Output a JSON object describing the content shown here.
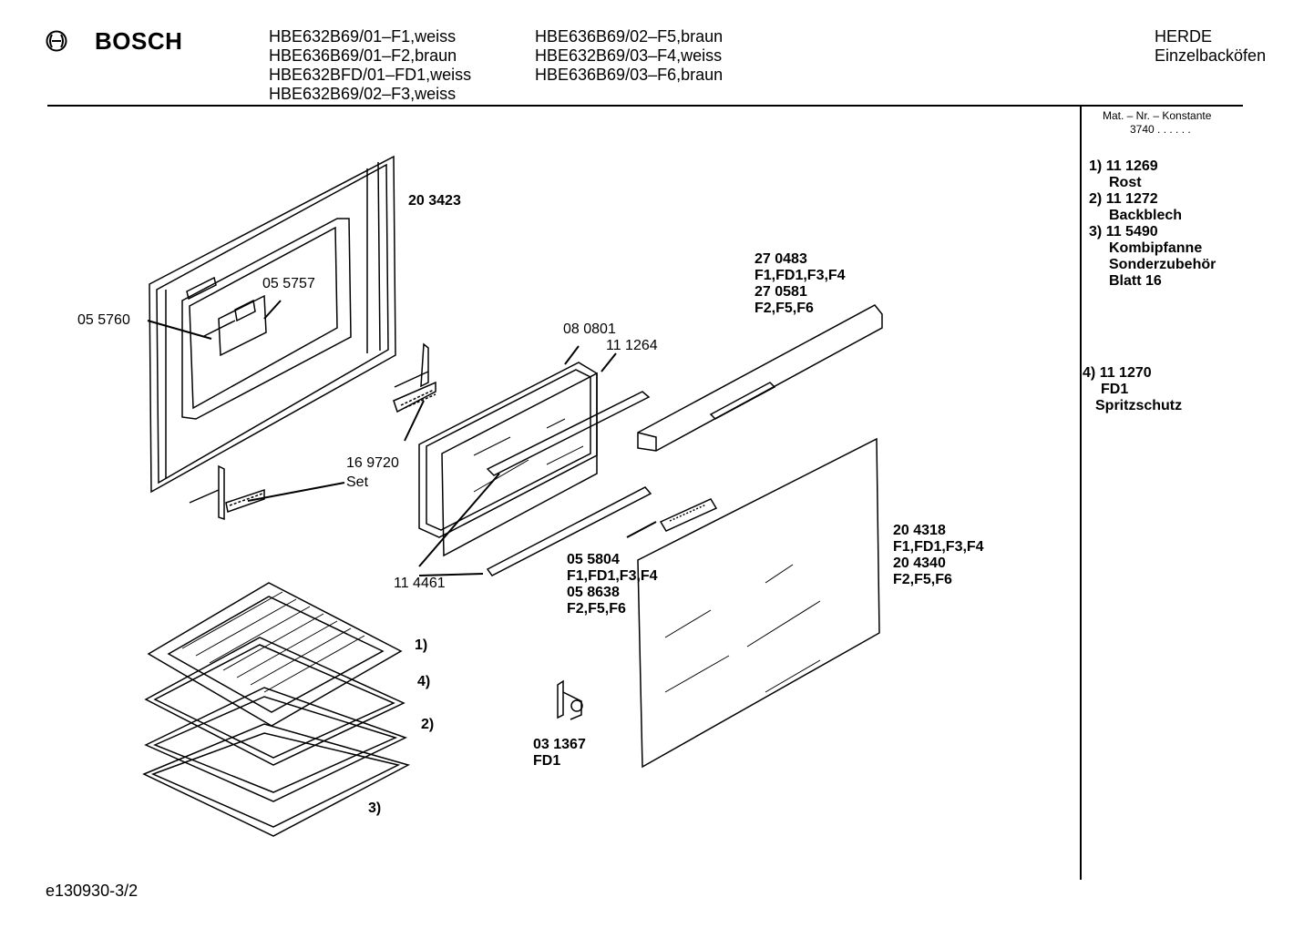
{
  "header": {
    "brand": "BOSCH",
    "models_col1": [
      "HBE632B69/01–F1,weiss",
      "HBE636B69/01–F2,braun",
      "HBE632BFD/01–FD1,weiss",
      "HBE632B69/02–F3,weiss"
    ],
    "models_col2": [
      "HBE636B69/02–F5,braun",
      "HBE632B69/03–F4,weiss",
      "HBE636B69/03–F6,braun"
    ],
    "category": "HERDE",
    "subcategory": "Einzelbacköfen"
  },
  "sidebar": {
    "mat_title": "Mat. – Nr. – Konstante",
    "mat_value": "3740 . . . . . .",
    "accessories": [
      {
        "num": "1)",
        "part": "11 1269",
        "name": "Rost"
      },
      {
        "num": "2)",
        "part": "11 1272",
        "name": "Backblech"
      },
      {
        "num": "3)",
        "part": "11 5490",
        "name": "Kombipfanne"
      }
    ],
    "extra1": "Sonderzubehör",
    "extra2": "Blatt 16",
    "item4_num": "4)",
    "item4_part": "11 1270",
    "item4_variant": "FD1",
    "item4_name": "Spritzschutz"
  },
  "labels": {
    "p203423": "20 3423",
    "p055757": "05 5757",
    "p055760": "05 5760",
    "p080801": "08 0801",
    "p111264": "11 1264",
    "p169720": "16 9720",
    "set": "Set",
    "p114461": "11 4461",
    "p270483": "27 0483",
    "p270483v": "F1,FD1,F3,F4",
    "p270581": "27 0581",
    "p270581v": "F2,F5,F6",
    "p055804": "05 5804",
    "p055804v": "F1,FD1,F3,F4",
    "p058638": "05 8638",
    "p058638v": "F2,F5,F6",
    "p204318": "20 4318",
    "p204318v": "F1,FD1,F3,F4",
    "p204340": "20 4340",
    "p204340v": "F2,F5,F6",
    "p031367": "03 1367",
    "p031367v": "FD1",
    "c1": "1)",
    "c4": "4)",
    "c2": "2)",
    "c3": "3)"
  },
  "footer": {
    "code": "e130930-3/2"
  }
}
